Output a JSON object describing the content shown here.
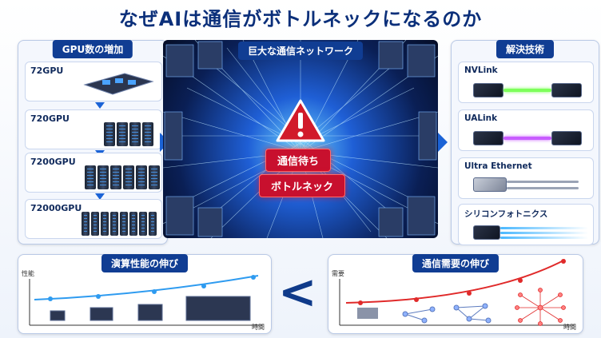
{
  "title": "なぜAIは通信がボトルネックになるのか",
  "gpu_panel": {
    "header": "GPU数の増加",
    "steps": [
      "72GPU",
      "720GPU",
      "7200GPU",
      "72000GPU"
    ]
  },
  "network_panel": {
    "header": "巨大な通信ネットワーク",
    "warning_icon": "warning-triangle-icon",
    "badge_wait": "通信待ち",
    "badge_bottleneck": "ボトルネック"
  },
  "solutions_panel": {
    "header": "解決技術",
    "items": [
      {
        "label": "NVLink",
        "icon": "nvlink-chip-icon",
        "cable_color": "#7dff5a"
      },
      {
        "label": "UALink",
        "icon": "ualink-chip-icon",
        "cable_color": "#c85cff"
      },
      {
        "label": "Ultra Ethernet",
        "icon": "ethernet-switch-icon",
        "cable_color": "#9aa3b5"
      },
      {
        "label": "シリコンフォトニクス",
        "icon": "photonics-chip-icon",
        "cable_color": "#4ab8ff"
      }
    ]
  },
  "compute_panel": {
    "header": "演算性能の伸び",
    "y_axis": "性能",
    "x_axis": "時間",
    "line_color": "#2e9bf0"
  },
  "comm_panel": {
    "header": "通信需要の伸び",
    "y_axis": "需要",
    "x_axis": "時間",
    "line_color": "#e02a2a"
  },
  "comparison_symbol": "<",
  "colors": {
    "primary": "#103d93",
    "accent_blue": "#1b63d6",
    "alert_red": "#c8102e"
  }
}
